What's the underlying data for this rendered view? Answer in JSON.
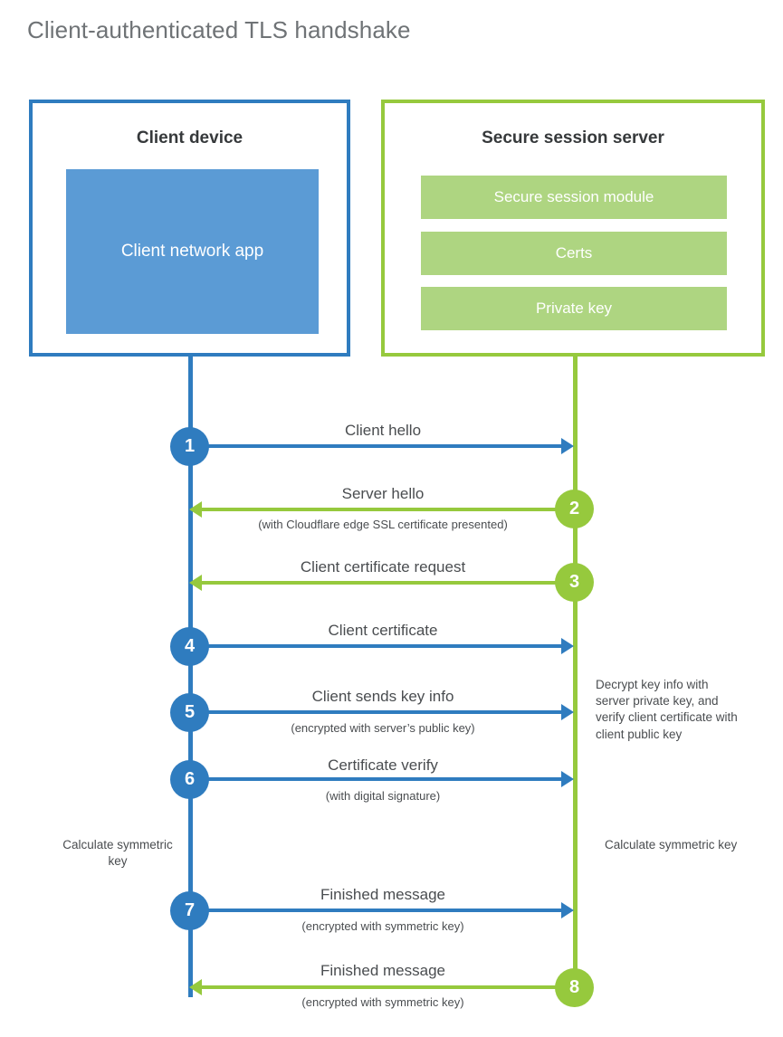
{
  "title": "Client-authenticated TLS handshake",
  "colors": {
    "client_accent": "#2f7cbf",
    "client_app_fill": "#5b9bd5",
    "server_accent": "#96c93d",
    "server_bar_fill": "#aed581",
    "text": "#4a4d50",
    "title_text": "#6f7376"
  },
  "client": {
    "title": "Client device",
    "app_label": "Client network app"
  },
  "server": {
    "title": "Secure session server",
    "bars": [
      {
        "label": "Secure session module"
      },
      {
        "label": "Certs"
      },
      {
        "label": "Private key"
      }
    ]
  },
  "chart_data": {
    "type": "diagram",
    "title": "Client-authenticated TLS handshake",
    "diagram_kind": "sequence",
    "participants": [
      "Client device",
      "Secure session server"
    ],
    "steps": [
      {
        "number": "1",
        "label": "Client hello",
        "sublabel": "",
        "direction": "client-to-server",
        "side": "client"
      },
      {
        "number": "2",
        "label": "Server hello",
        "sublabel": "(with Cloudflare edge SSL certificate presented)",
        "direction": "server-to-client",
        "side": "server"
      },
      {
        "number": "3",
        "label": "Client certificate request",
        "sublabel": "",
        "direction": "server-to-client",
        "side": "server"
      },
      {
        "number": "4",
        "label": "Client certificate",
        "sublabel": "",
        "direction": "client-to-server",
        "side": "client"
      },
      {
        "number": "5",
        "label": "Client sends key info",
        "sublabel": "(encrypted with server’s public key)",
        "direction": "client-to-server",
        "side": "client"
      },
      {
        "number": "6",
        "label": "Certificate verify",
        "sublabel": "(with digital signature)",
        "direction": "client-to-server",
        "side": "client"
      },
      {
        "number": "7",
        "label": "Finished message",
        "sublabel": "(encrypted with symmetric key)",
        "direction": "client-to-server",
        "side": "client"
      },
      {
        "number": "8",
        "label": "Finished message",
        "sublabel": "(encrypted with symmetric key)",
        "direction": "server-to-client",
        "side": "server"
      }
    ],
    "annotations": [
      {
        "id": "server-decrypt",
        "text": "Decrypt key info with server private key, and verify client certificate with client public key",
        "side": "server"
      },
      {
        "id": "client-calc",
        "text": "Calculate symmetric key",
        "side": "client"
      },
      {
        "id": "server-calc",
        "text": "Calculate symmetric key",
        "side": "server"
      }
    ]
  }
}
